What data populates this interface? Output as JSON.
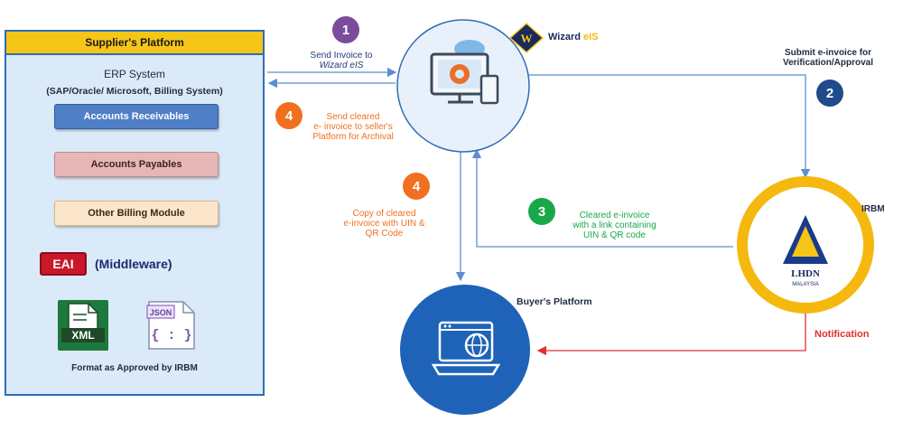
{
  "supplier": {
    "title": "Supplier's Platform",
    "erp_title": "ERP System",
    "erp_subtitle": "(SAP/Oracle/ Microsoft, Billing System)",
    "modules": [
      "Accounts Receivables",
      "Accounts  Payables",
      "Other Billing Module"
    ],
    "eai_badge": "EAI",
    "middleware_label": "(Middleware)",
    "xml_label": "XML",
    "json_label": "JSON",
    "format_note": "Format as Approved by IRBM"
  },
  "wizard": {
    "logo_text": "Wizard",
    "logo_suffix": "eIS"
  },
  "irbm": {
    "label": "IRBM",
    "logo_text": "LHDN",
    "logo_sub": "MALAYSIA"
  },
  "buyer": {
    "label": "Buyer's Platform"
  },
  "steps": [
    {
      "number": "1",
      "text_line1": "Send Invoice to",
      "text_line2": "Wizard eIS",
      "color": "#7b4c9b"
    },
    {
      "number": "2",
      "text_line1": "Submit e-invoice for",
      "text_line2": "Verification/Approval",
      "color": "#1f4a8c"
    },
    {
      "number": "3",
      "text_line1": "Cleared e-invoice",
      "text_line2": "with a link containing",
      "text_line3": "UIN & QR code",
      "color": "#18a84a"
    },
    {
      "number": "4",
      "text_line1": "Send cleared",
      "text_line2": "e- invoice to seller's",
      "text_line3": "Platform for Archival",
      "color": "#f07020"
    },
    {
      "number": "4",
      "text_line1": "Copy of cleared",
      "text_line2": "e-invoice with UIN &",
      "text_line3": "QR Code",
      "color": "#f07020"
    }
  ],
  "notification": {
    "label": "Notification",
    "color": "#e03030"
  },
  "colors": {
    "arrow_blue": "#5b8fd0",
    "irbm_ring": "#f5b80f",
    "buyer_circle": "#1e63b8"
  }
}
